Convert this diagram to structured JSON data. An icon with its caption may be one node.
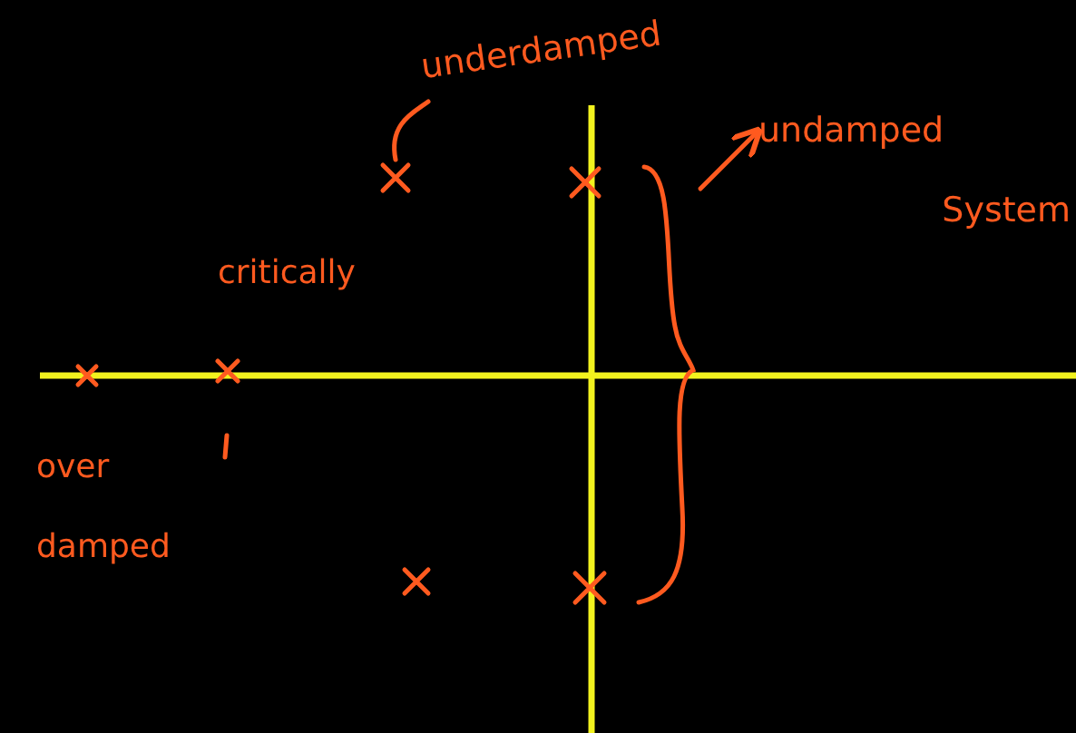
{
  "diagram": {
    "nodes": [
      {
        "text": [
          "underdamped"
        ]
      },
      {
        "text": [],
        "shape": "cross"
      },
      {
        "text": [],
        "shape": "cross"
      },
      {
        "text": [
          "undamped System"
        ]
      },
      {
        "text": [
          "critically"
        ]
      },
      {
        "text": [],
        "shape": "cross"
      },
      {
        "text": [],
        "shape": "cross"
      },
      {
        "text": [
          "over damped"
        ]
      },
      {
        "text": [],
        "shape": "cross"
      },
      {
        "text": [],
        "shape": "cross"
      },
      {
        "text": [],
        "shape": "brace"
      }
    ],
    "edges": [
      {
        "from": 0,
        "to": 1,
        "arrow": "none"
      },
      {
        "from": 10,
        "to": 3,
        "arrow": "to"
      }
    ]
  }
}
